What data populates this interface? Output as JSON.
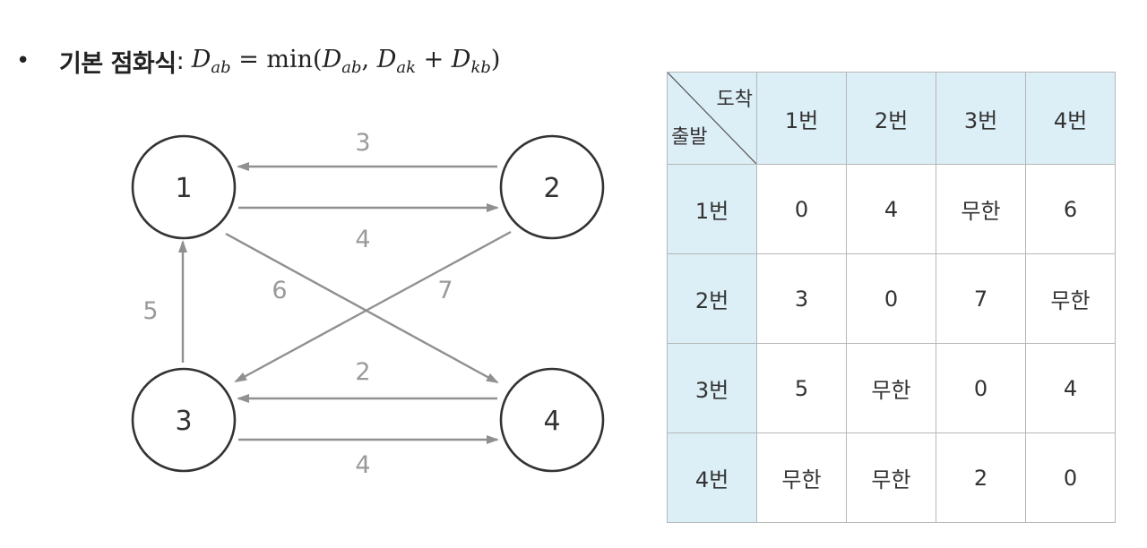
{
  "headline": {
    "bullet": "•",
    "label": "기본 점화식",
    "colon": ":",
    "formula": {
      "lhs_var": "D",
      "lhs_sub": "ab",
      "eq": " = min(",
      "t1_var": "D",
      "t1_sub": "ab",
      "comma": ", ",
      "t2_var": "D",
      "t2_sub": "ak",
      "plus": " + ",
      "t3_var": "D",
      "t3_sub": "kb",
      "close": ")"
    }
  },
  "graph": {
    "nodes": [
      {
        "id": "1",
        "label": "1"
      },
      {
        "id": "2",
        "label": "2"
      },
      {
        "id": "3",
        "label": "3"
      },
      {
        "id": "4",
        "label": "4"
      }
    ],
    "edges": [
      {
        "from": "2",
        "to": "1",
        "weight": "3"
      },
      {
        "from": "1",
        "to": "2",
        "weight": "4"
      },
      {
        "from": "1",
        "to": "4",
        "weight": "6"
      },
      {
        "from": "2",
        "to": "3",
        "weight": "7"
      },
      {
        "from": "3",
        "to": "1",
        "weight": "5"
      },
      {
        "from": "4",
        "to": "3",
        "weight": "2"
      },
      {
        "from": "3",
        "to": "4",
        "weight": "4"
      }
    ],
    "colors": {
      "edge": "#909090",
      "node_stroke": "#333333"
    }
  },
  "table": {
    "corner": {
      "to": "도착",
      "from": "출발"
    },
    "headers": [
      "1번",
      "2번",
      "3번",
      "4번"
    ],
    "rows": [
      {
        "label": "1번",
        "cells": [
          "0",
          "4",
          "무한",
          "6"
        ]
      },
      {
        "label": "2번",
        "cells": [
          "3",
          "0",
          "7",
          "무한"
        ]
      },
      {
        "label": "3번",
        "cells": [
          "5",
          "무한",
          "0",
          "4"
        ]
      },
      {
        "label": "4번",
        "cells": [
          "무한",
          "무한",
          "2",
          "0"
        ]
      }
    ],
    "colors": {
      "header_bg": "#dceef6",
      "border": "#b7b7b7"
    }
  }
}
